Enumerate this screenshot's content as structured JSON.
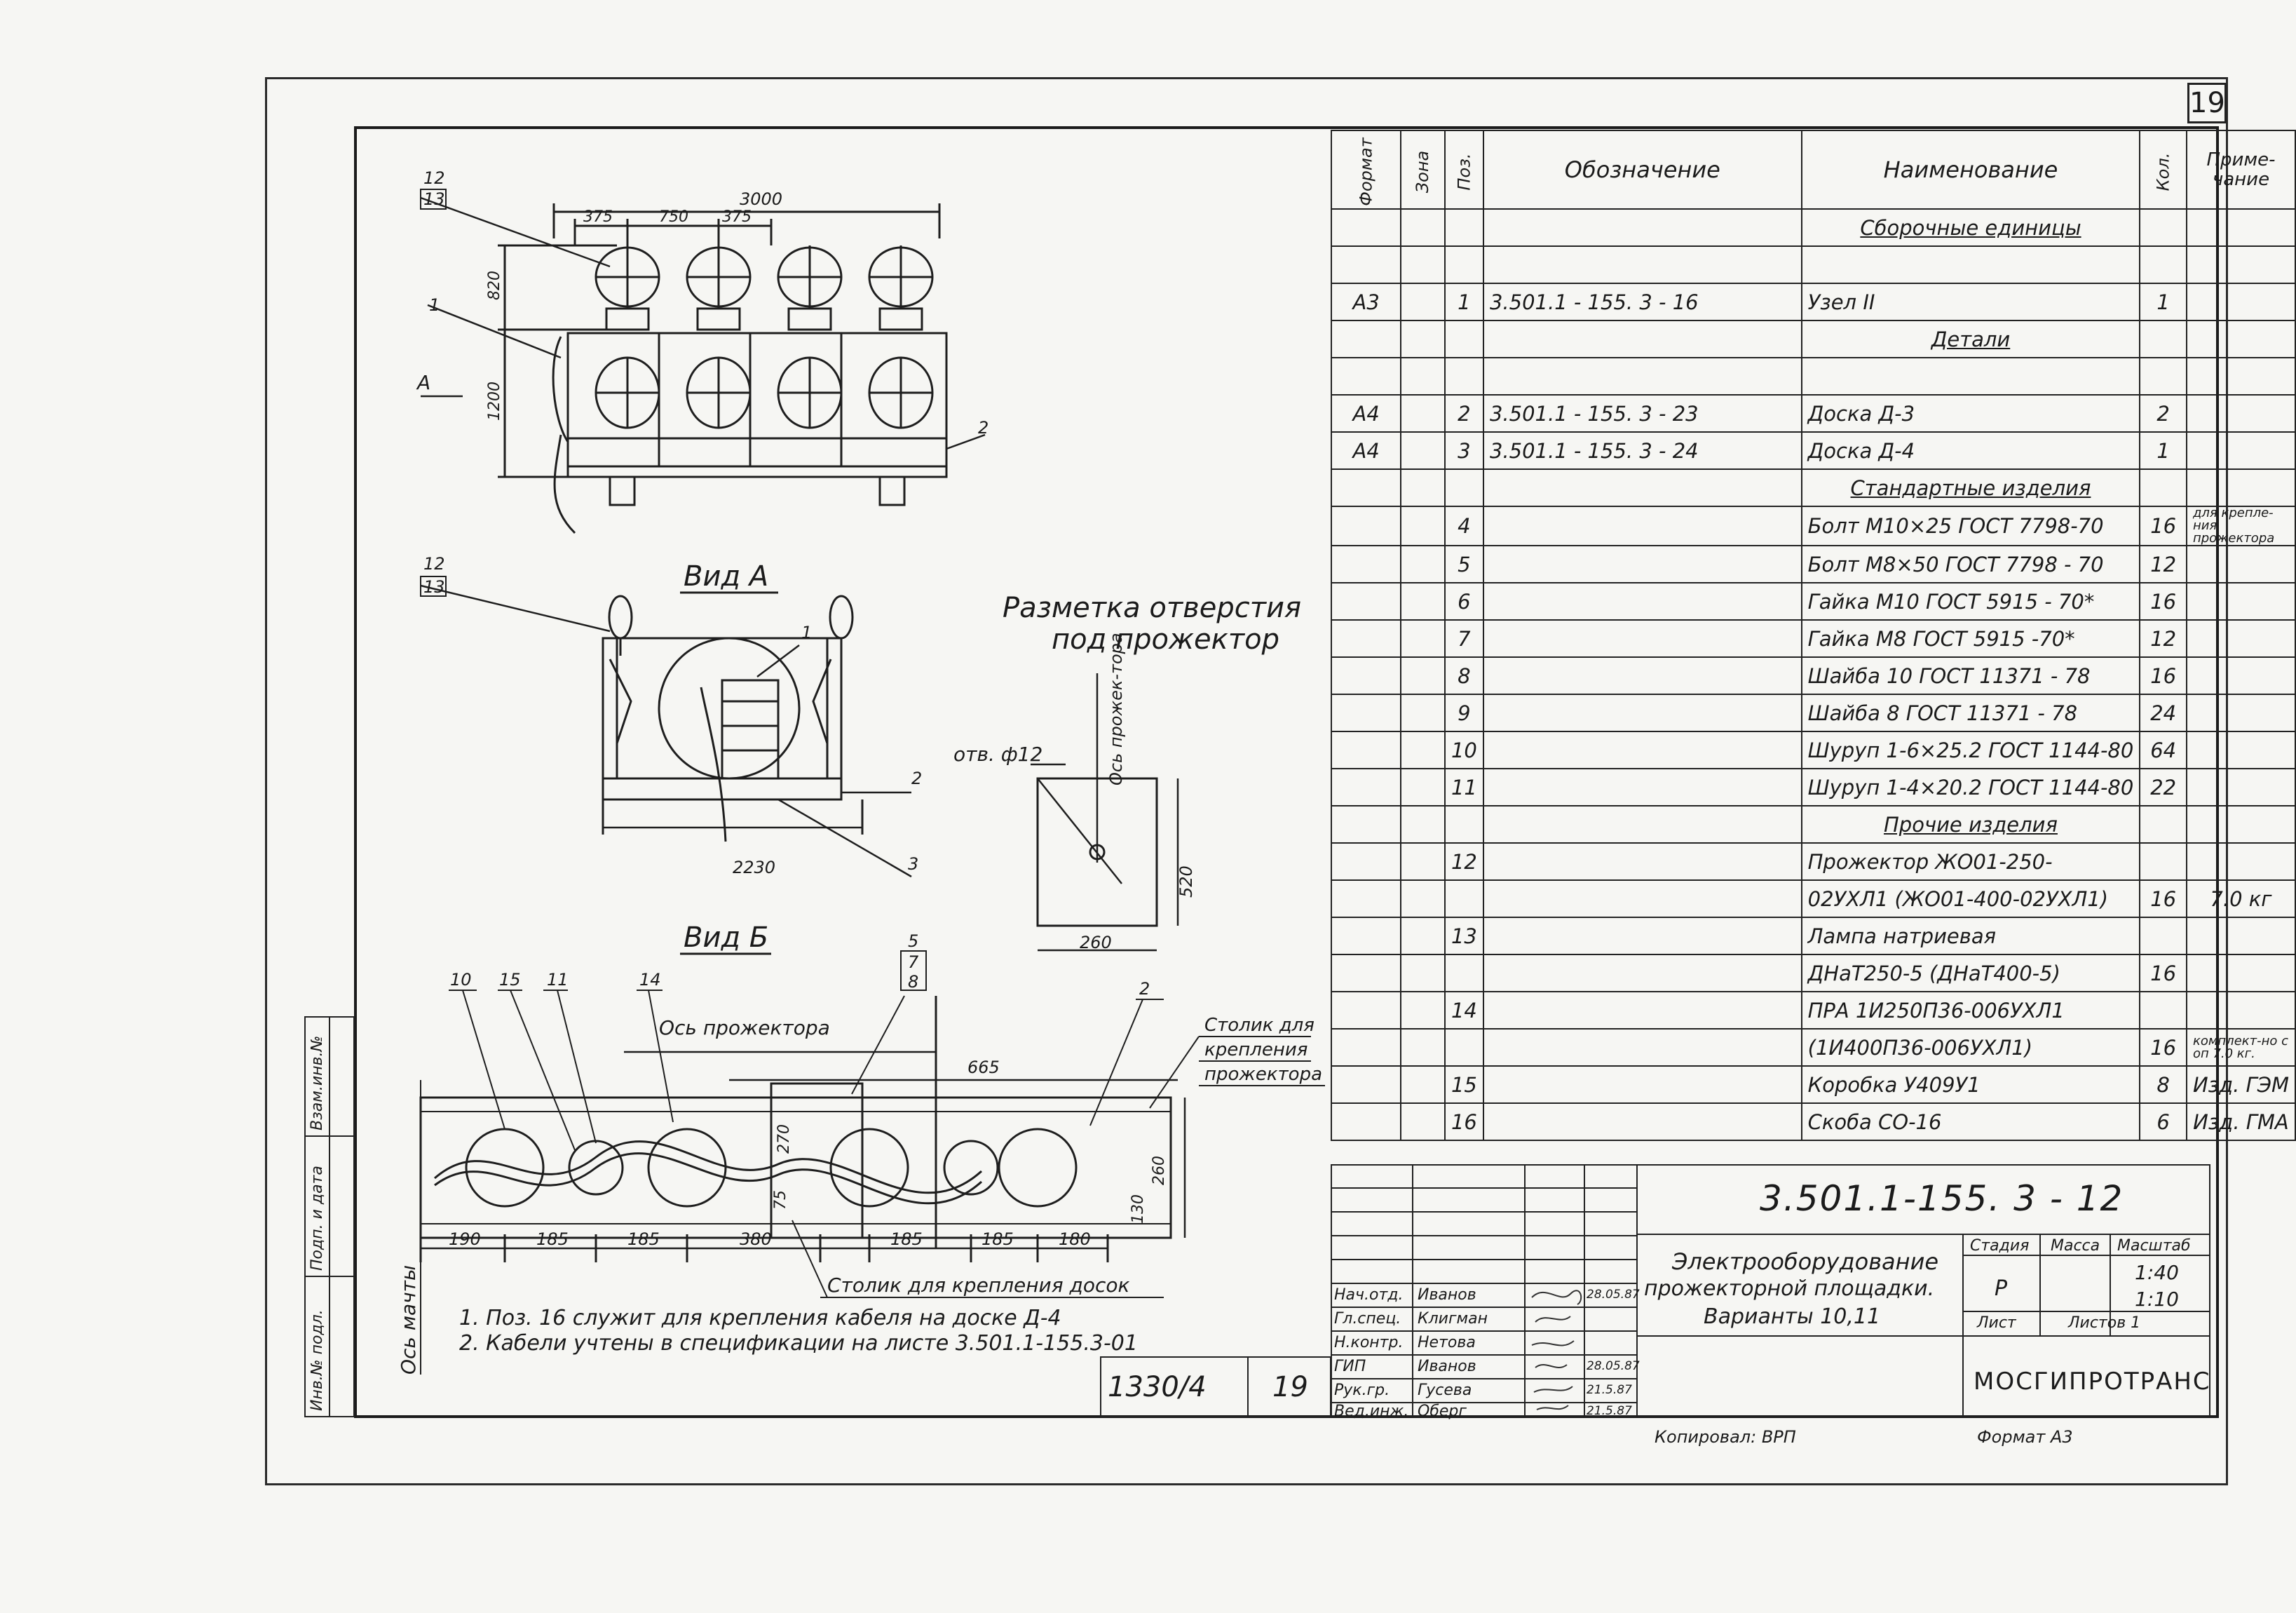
{
  "sheet_number": "19",
  "drawing": {
    "dim_3000": "3000",
    "dim_375a": "375",
    "dim_750": "750",
    "dim_375b": "375",
    "dim_820": "820",
    "dim_1200": "1200",
    "dim_2230": "2230",
    "dim_260": "260",
    "dim_520": "520",
    "dim_665": "665",
    "dim_270": "270",
    "dim_260b": "260",
    "dim_130": "130",
    "dim_75": "75",
    "bottom_dims": [
      "190",
      "185",
      "185",
      "380",
      "185",
      "185",
      "180"
    ],
    "label_A": "А",
    "vid_a": "Вид А",
    "vid_b": "Вид Б",
    "marking_title_1": "Разметка отверстия",
    "marking_title_2": "под прожектор",
    "hole": "отв. ф12",
    "axis_light_vertical": "Ось прожек-тора",
    "axis_light": "Ось прожектора",
    "axis_mast": "Ось мачты",
    "table_note_1": "Столик для",
    "table_note_2": "крепления",
    "table_note_3": "прожектора",
    "boards_table": "Столик для крепления досок",
    "pos": [
      "12",
      "13",
      "1",
      "2",
      "12",
      "13",
      "1",
      "2",
      "3",
      "10",
      "15",
      "11",
      "14",
      "5",
      "7",
      "8",
      "2"
    ]
  },
  "notes": [
    "1. Поз. 16 служит для крепления кабеля на доске Д-4",
    "2. Кабели учтены в спецификации на листе 3.501.1-155.3-01"
  ],
  "spec": {
    "headers": {
      "format": "Формат",
      "zone": "Зона",
      "pos": "Поз.",
      "designation": "Обозначение",
      "name": "Наименование",
      "qty": "Кол.",
      "note": "Приме-чание"
    },
    "rows": [
      {
        "f": "",
        "z": "",
        "p": "",
        "d": "",
        "n": "Сборочные единицы",
        "q": "",
        "r": "",
        "sec": true
      },
      {
        "f": "",
        "z": "",
        "p": "",
        "d": "",
        "n": "",
        "q": "",
        "r": ""
      },
      {
        "f": "А3",
        "z": "",
        "p": "1",
        "d": "3.501.1 - 155. 3 - 16",
        "n": "Узел II",
        "q": "1",
        "r": ""
      },
      {
        "f": "",
        "z": "",
        "p": "",
        "d": "",
        "n": "Детали",
        "q": "",
        "r": "",
        "sec": true
      },
      {
        "f": "",
        "z": "",
        "p": "",
        "d": "",
        "n": "",
        "q": "",
        "r": ""
      },
      {
        "f": "А4",
        "z": "",
        "p": "2",
        "d": "3.501.1 - 155. 3 - 23",
        "n": "Доска Д-3",
        "q": "2",
        "r": ""
      },
      {
        "f": "А4",
        "z": "",
        "p": "3",
        "d": "3.501.1 - 155. 3 - 24",
        "n": "Доска Д-4",
        "q": "1",
        "r": ""
      },
      {
        "f": "",
        "z": "",
        "p": "",
        "d": "",
        "n": "Стандартные изделия",
        "q": "",
        "r": "",
        "sec": true
      },
      {
        "f": "",
        "z": "",
        "p": "4",
        "d": "",
        "n": "Болт М10×25 ГОСТ 7798-70",
        "q": "16",
        "r": "для крепле-ния прожектора"
      },
      {
        "f": "",
        "z": "",
        "p": "5",
        "d": "",
        "n": "Болт М8×50 ГОСТ 7798 - 70",
        "q": "12",
        "r": ""
      },
      {
        "f": "",
        "z": "",
        "p": "6",
        "d": "",
        "n": "Гайка М10 ГОСТ 5915 - 70*",
        "q": "16",
        "r": ""
      },
      {
        "f": "",
        "z": "",
        "p": "7",
        "d": "",
        "n": "Гайка М8 ГОСТ 5915 -70*",
        "q": "12",
        "r": ""
      },
      {
        "f": "",
        "z": "",
        "p": "8",
        "d": "",
        "n": "Шайба 10 ГОСТ 11371 - 78",
        "q": "16",
        "r": ""
      },
      {
        "f": "",
        "z": "",
        "p": "9",
        "d": "",
        "n": "Шайба 8 ГОСТ 11371 - 78",
        "q": "24",
        "r": ""
      },
      {
        "f": "",
        "z": "",
        "p": "10",
        "d": "",
        "n": "Шуруп 1-6×25.2 ГОСТ 1144-80",
        "q": "64",
        "r": ""
      },
      {
        "f": "",
        "z": "",
        "p": "11",
        "d": "",
        "n": "Шуруп 1-4×20.2 ГОСТ 1144-80",
        "q": "22",
        "r": ""
      },
      {
        "f": "",
        "z": "",
        "p": "",
        "d": "",
        "n": "Прочие изделия",
        "q": "",
        "r": "",
        "sec": true
      },
      {
        "f": "",
        "z": "",
        "p": "12",
        "d": "",
        "n": "Прожектор ЖО01-250-",
        "q": "",
        "r": ""
      },
      {
        "f": "",
        "z": "",
        "p": "",
        "d": "",
        "n": "02УХЛ1 (ЖО01-400-02УХЛ1)",
        "q": "16",
        "r": "7.0 кг"
      },
      {
        "f": "",
        "z": "",
        "p": "13",
        "d": "",
        "n": "Лампа натриевая",
        "q": "",
        "r": ""
      },
      {
        "f": "",
        "z": "",
        "p": "",
        "d": "",
        "n": "ДНаТ250-5 (ДНаТ400-5)",
        "q": "16",
        "r": ""
      },
      {
        "f": "",
        "z": "",
        "p": "14",
        "d": "",
        "n": "ПРА 1И250П36-006УХЛ1",
        "q": "",
        "r": ""
      },
      {
        "f": "",
        "z": "",
        "p": "",
        "d": "",
        "n": "(1И400П36-006УХЛ1)",
        "q": "16",
        "r": "комплект-но с оп 7.0 кг."
      },
      {
        "f": "",
        "z": "",
        "p": "15",
        "d": "",
        "n": "Коробка У409У1",
        "q": "8",
        "r": "Изд. ГЭМ"
      },
      {
        "f": "",
        "z": "",
        "p": "16",
        "d": "",
        "n": "Скоба СО-16",
        "q": "6",
        "r": "Изд. ГМА"
      }
    ]
  },
  "titleblock": {
    "code": "3.501.1-155. 3 - 12",
    "title_1": "Электрооборудование",
    "title_2": "прожекторной площадки.",
    "title_3": "Варианты 10,11",
    "stage_h": "Стадия",
    "mass_h": "Масса",
    "scale_h": "Масштаб",
    "stage": "Р",
    "scale_1": "1:40",
    "scale_2": "1:10",
    "sheet_h": "Лист",
    "sheets_h": "Листов 1",
    "org": "МОСГИПРОТРАНС",
    "roles": [
      "Нач.отд.",
      "Гл.спец.",
      "Н.контр.",
      "ГИП",
      "Рук.гр.",
      "Вед.инж."
    ],
    "names": [
      "Иванов",
      "Клигман",
      "Нетова",
      "Иванов",
      "Гусева",
      "Оберг"
    ],
    "dates": [
      "28.05.87",
      "",
      "",
      "28.05.87",
      "21.5.87",
      "21.5.87"
    ],
    "inv_no": "1330/4",
    "inv_sheet": "19",
    "copied": "Копировал: ВРП",
    "format": "Формат А3",
    "side_labels": [
      "Взам.инв.№",
      "Подп. и дата",
      "Инв.№ подл."
    ]
  }
}
